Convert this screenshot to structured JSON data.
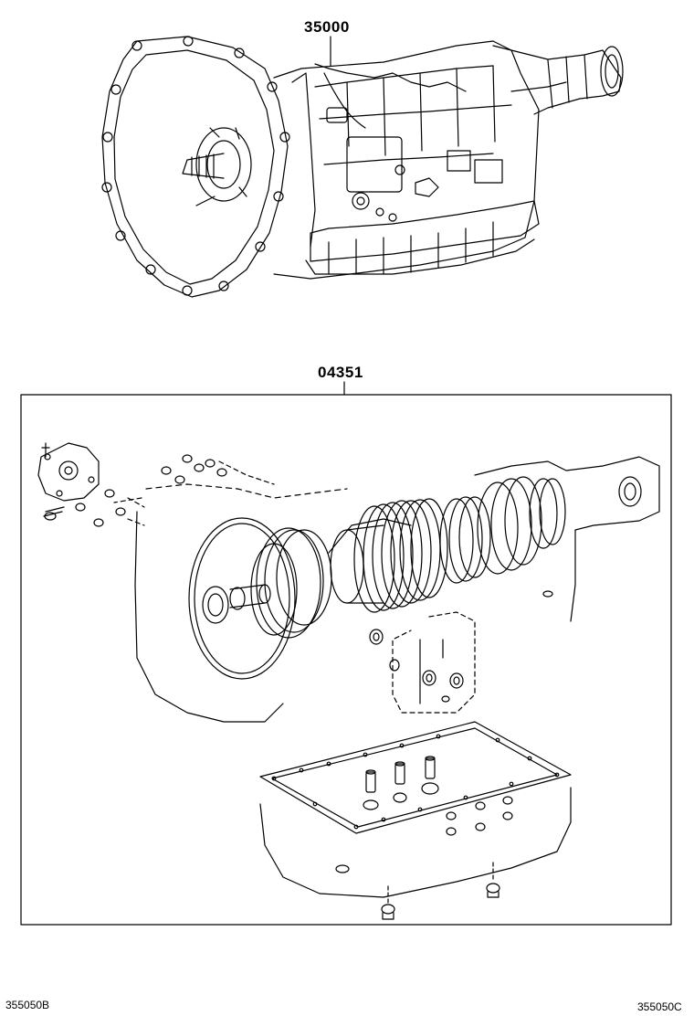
{
  "diagram": {
    "callouts": [
      {
        "part_number": "35000"
      },
      {
        "part_number": "04351"
      }
    ],
    "footer": {
      "left_ref": "355050B",
      "right_ref": "355050C"
    }
  },
  "colors": {
    "line": "#000000",
    "background": "#ffffff"
  }
}
